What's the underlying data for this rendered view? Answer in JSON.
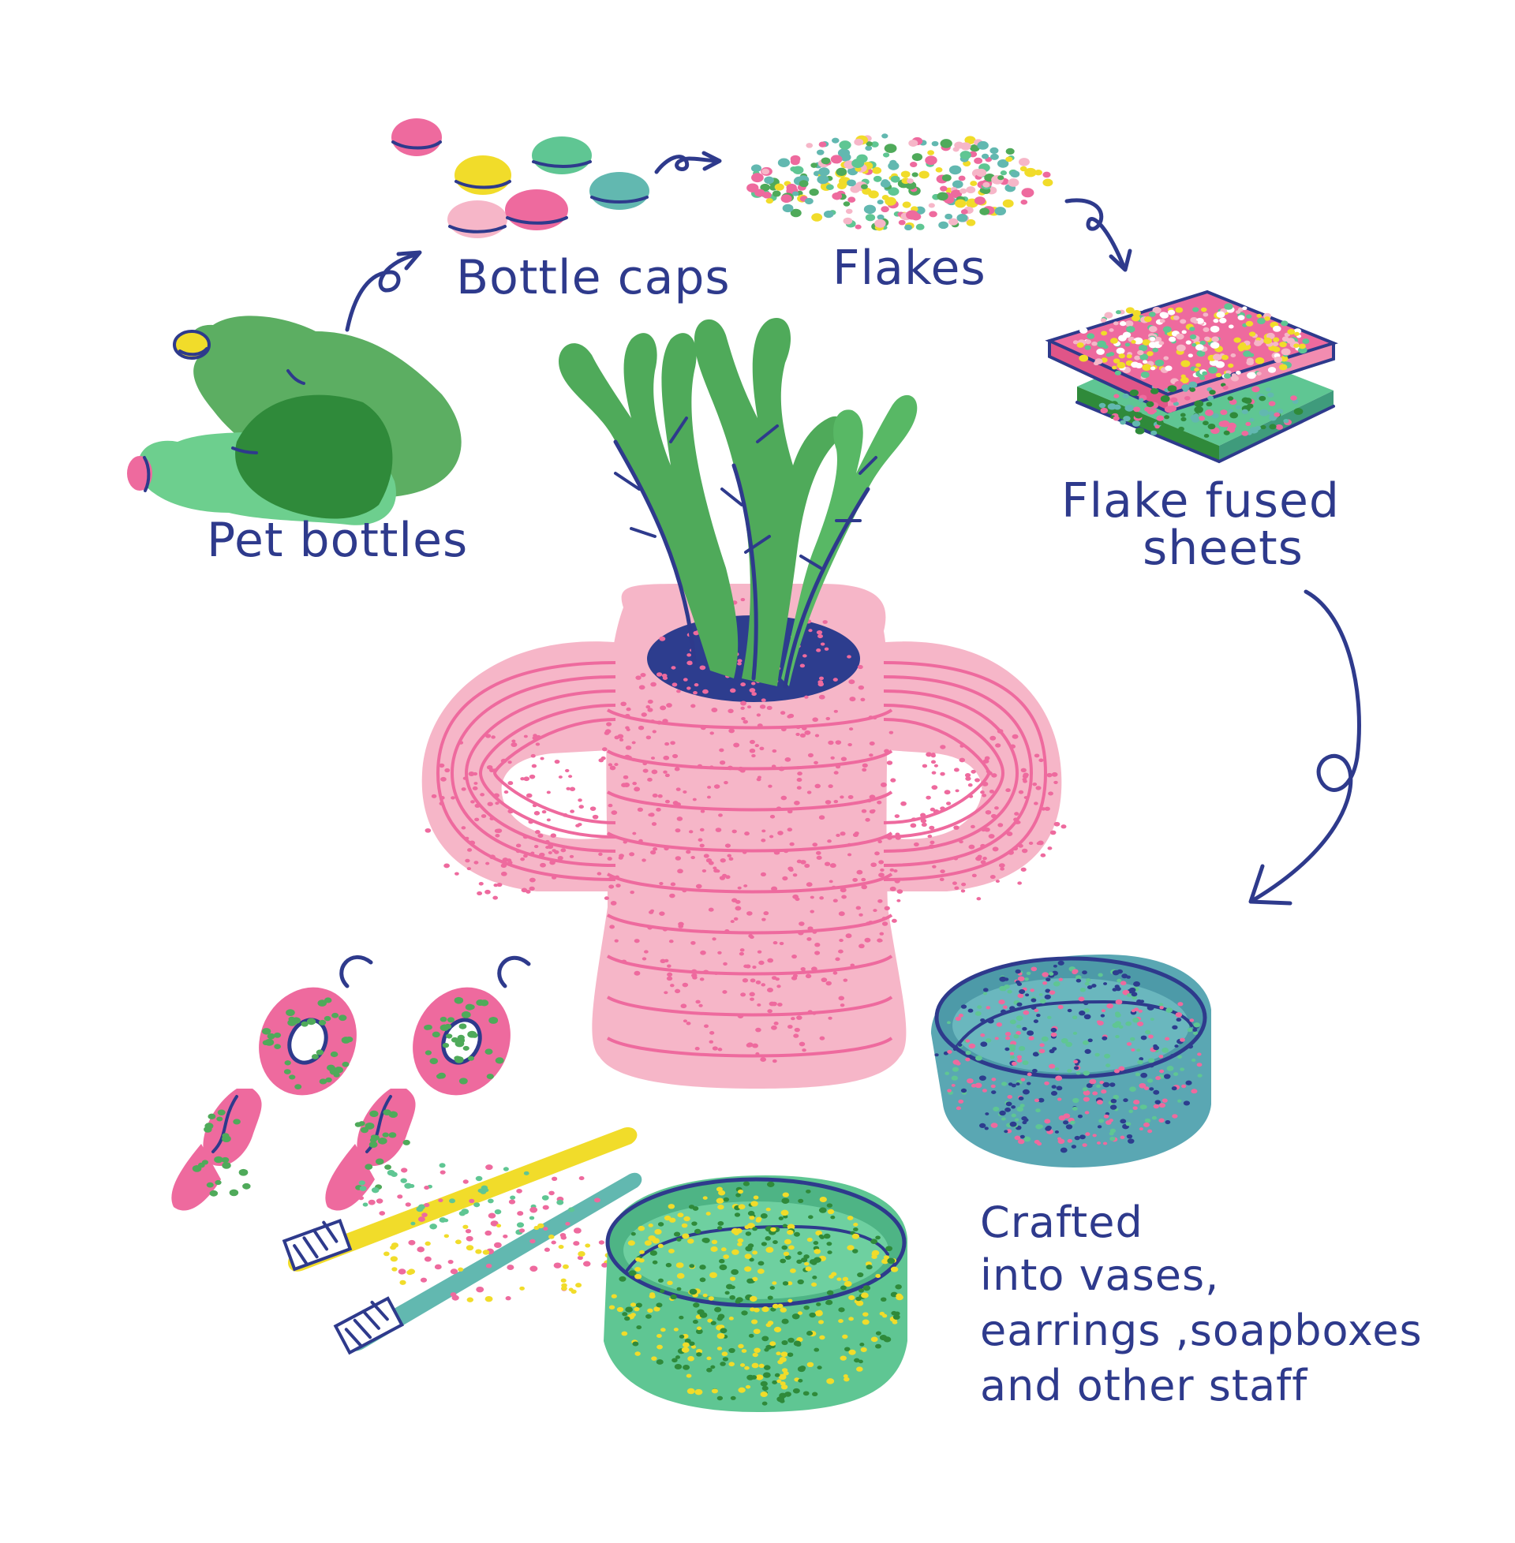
{
  "labels": {
    "pet_bottles": "Pet bottles",
    "bottle_caps": "Bottle caps",
    "flakes": "Flakes",
    "flake_fused_line1": "Flake fused",
    "flake_fused_line2": "sheets",
    "crafted_line1": "Crafted",
    "crafted_line2": "into vases,",
    "crafted_line3": "earrings ,soapboxes",
    "crafted_line4": "and other staff"
  },
  "colors": {
    "ink": "#2e3a8c",
    "pink": "#ee6a9e",
    "light_pink": "#f6b6c8",
    "green": "#4faa5a",
    "dark_green": "#2f8a3a",
    "mint": "#5fc693",
    "yellow": "#f1dc2a",
    "teal": "#62b8b0",
    "blue_teal": "#5aa7b3"
  },
  "icons": [
    "pet-bottles-icon",
    "bottle-caps-icon",
    "flakes-icon",
    "fused-sheets-icon",
    "vase-icon",
    "plant-icon",
    "earrings-icon",
    "toothbrush-icon",
    "soapbox-icon",
    "arrow-icon"
  ]
}
